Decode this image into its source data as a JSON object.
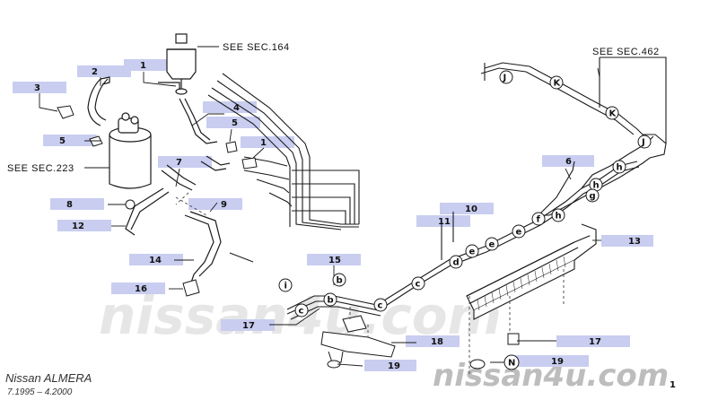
{
  "callouts": [
    {
      "id": "c2",
      "text": "2"
    },
    {
      "id": "c1a",
      "text": "1"
    },
    {
      "id": "c3",
      "text": "3"
    },
    {
      "id": "c4",
      "text": "4"
    },
    {
      "id": "c5a",
      "text": "5"
    },
    {
      "id": "c5b",
      "text": "5"
    },
    {
      "id": "c1b",
      "text": "1"
    },
    {
      "id": "c7",
      "text": "7"
    },
    {
      "id": "c6",
      "text": "6"
    },
    {
      "id": "c8",
      "text": "8"
    },
    {
      "id": "c9",
      "text": "9"
    },
    {
      "id": "c10",
      "text": "10"
    },
    {
      "id": "c11",
      "text": "11"
    },
    {
      "id": "c12",
      "text": "12"
    },
    {
      "id": "c13",
      "text": "13"
    },
    {
      "id": "c14",
      "text": "14"
    },
    {
      "id": "c15",
      "text": "15"
    },
    {
      "id": "c16",
      "text": "16"
    },
    {
      "id": "c17a",
      "text": "17"
    },
    {
      "id": "c17b",
      "text": "17"
    },
    {
      "id": "c18",
      "text": "18"
    },
    {
      "id": "c19a",
      "text": "19"
    },
    {
      "id": "c19b",
      "text": "19"
    }
  ],
  "references": {
    "sec164": "SEE SEC.164",
    "sec223": "SEE SEC.223",
    "sec462": "SEE SEC.462"
  },
  "clip_letters": [
    "J",
    "K",
    "K",
    "J",
    "h",
    "h",
    "g",
    "h",
    "f",
    "e",
    "e",
    "e",
    "d",
    "c",
    "b",
    "c",
    "b",
    "c",
    "i",
    "N"
  ],
  "caption": {
    "model": "Nissan  ALMERA",
    "dates": "7.1995  –  4.2000"
  },
  "watermark": {
    "center": "nissan4u.com",
    "corner": "nissan4u.com"
  },
  "page_number": "1",
  "colors": {
    "label_bg": "#c9cdf0",
    "line": "#1a1a1a",
    "watermark": "#e4e4e4"
  }
}
